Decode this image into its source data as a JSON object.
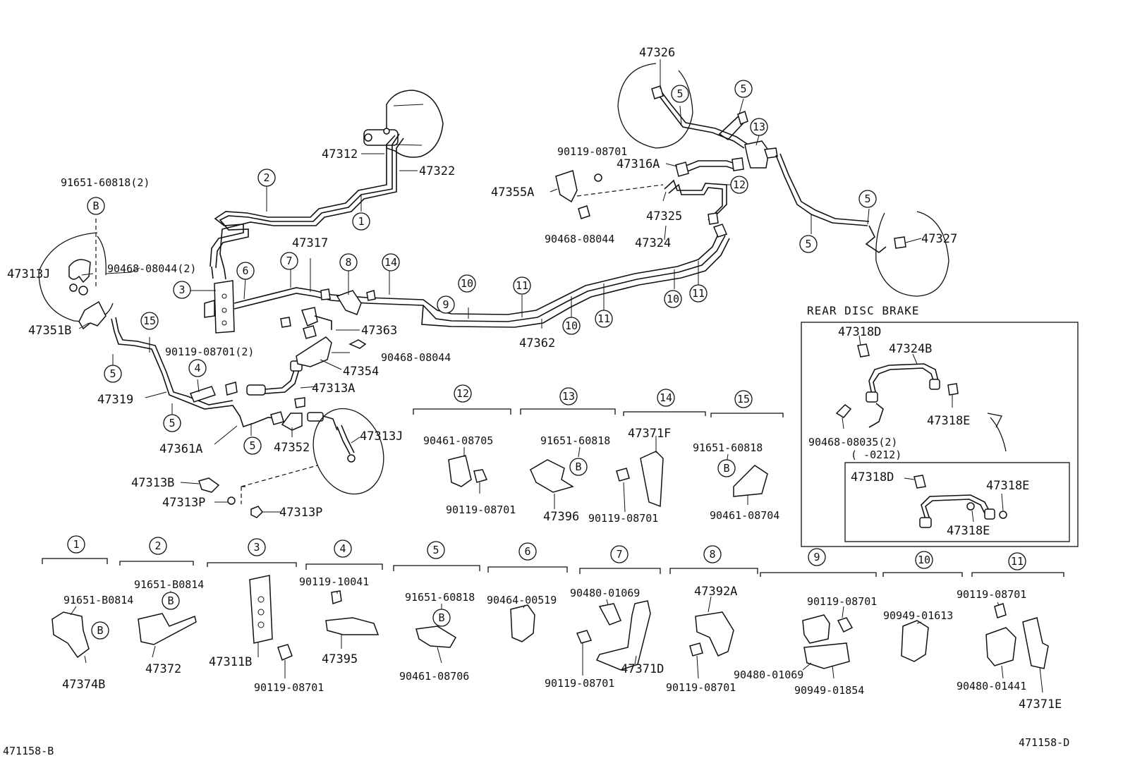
{
  "callout_numbers": [
    "1",
    "2",
    "3",
    "4",
    "5",
    "6",
    "7",
    "8",
    "9",
    "10",
    "11",
    "12",
    "13",
    "14",
    "15"
  ],
  "circle_b": "B",
  "main_labels": {
    "p47312": "47312",
    "p47322": "47322",
    "p91651_60818_2": "91651-60818(2)",
    "p47313J_left": "47313J",
    "p90468_08044_2": "90468-08044(2)",
    "p47351B": "47351B",
    "p47317": "47317",
    "p47363": "47363",
    "p90119_08701_2": "90119-08701(2)",
    "p90468_08044_mid": "90468-08044",
    "p47354": "47354",
    "p47313A": "47313A",
    "p47319": "47319",
    "p47361A": "47361A",
    "p47352": "47352",
    "p47313J_mid": "47313J",
    "p47313B": "47313B",
    "p47313P_a": "47313P",
    "p47313P_b": "47313P",
    "p47362": "47362",
    "p47324": "47324",
    "p47326": "47326",
    "p90119_08701_top": "90119-08701",
    "p47316A": "47316A",
    "p47355A": "47355A",
    "p47325": "47325",
    "p90468_08044_top": "90468-08044",
    "p47327": "47327"
  },
  "rear_disc_brake": {
    "title": "REAR DISC BRAKE",
    "p47318D_a": "47318D",
    "p47324B": "47324B",
    "p47318E_a": "47318E",
    "p90468_08035": "90468-08035(2)",
    "p0212": "(    -0212)",
    "p47318D_b": "47318D",
    "p47318E_b": "47318E",
    "p47318E_c": "47318E"
  },
  "groups_middle": {
    "g12_a": "90461-08705",
    "g12_b": "90119-08701",
    "g13_a": "91651-60818",
    "g13_b": "47396",
    "g14_a": "47371F",
    "g14_b": "90119-08701",
    "g15_a": "91651-60818",
    "g15_b": "90461-08704"
  },
  "groups_bottom": {
    "g1_a": "91651-B0814",
    "g1_b": "47374B",
    "g2_a": "91651-B0814",
    "g2_b": "47372",
    "g3_a": "47311B",
    "g3_b": "90119-08701",
    "g4_a": "90119-10041",
    "g4_b": "47395",
    "g5_a": "91651-60818",
    "g5_b": "90461-08706",
    "g6_a": "90464-00519",
    "g7_a": "90480-01069",
    "g7_b": "90119-08701",
    "g7_c": "47371D",
    "g8_a": "47392A",
    "g8_b": "90119-08701",
    "g9_a": "90119-08701",
    "g9_b": "90480-01069",
    "g9_c": "90949-01854",
    "g10_a": "90949-01613",
    "g11_a": "90119-08701",
    "g11_b": "90480-01441",
    "g11_c": "47371E"
  },
  "footer": {
    "left_code": "471158-B",
    "right_code": "471158-D"
  }
}
